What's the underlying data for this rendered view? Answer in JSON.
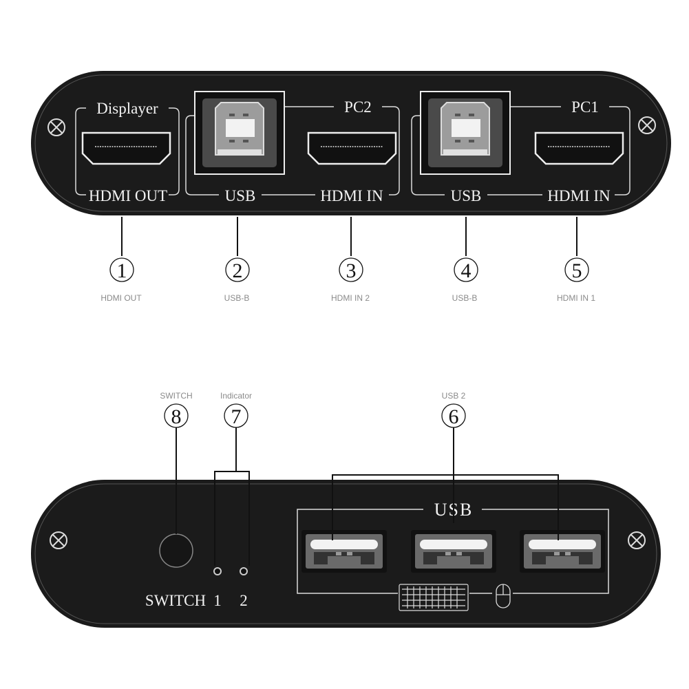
{
  "colors": {
    "panel": "#1b1b1b",
    "outline": "#e8e8e8",
    "caption": "#8a8a8a"
  },
  "front_panel": {
    "groups": {
      "displayer": {
        "title": "Displayer",
        "port_label": "HDMI OUT"
      },
      "pc2": {
        "title": "PC2",
        "usb_label": "USB",
        "hdmi_label": "HDMI IN"
      },
      "pc1": {
        "title": "PC1",
        "usb_label": "USB",
        "hdmi_label": "HDMI IN"
      }
    },
    "callouts": [
      {
        "number": "1",
        "caption": "HDMI OUT"
      },
      {
        "number": "2",
        "caption": "USB-B"
      },
      {
        "number": "3",
        "caption": "HDMI IN 2"
      },
      {
        "number": "4",
        "caption": "USB-B"
      },
      {
        "number": "5",
        "caption": "HDMI IN 1"
      }
    ]
  },
  "back_panel": {
    "callouts": [
      {
        "number": "8",
        "caption": "SWITCH"
      },
      {
        "number": "7",
        "caption": "Indicator"
      },
      {
        "number": "6",
        "caption": "USB 2"
      }
    ],
    "switch_label": "SWITCH",
    "indicator_labels": [
      "1",
      "2"
    ],
    "usb_title": "USB",
    "icons": [
      "screw-icon",
      "keyboard-icon",
      "mouse-icon"
    ]
  }
}
